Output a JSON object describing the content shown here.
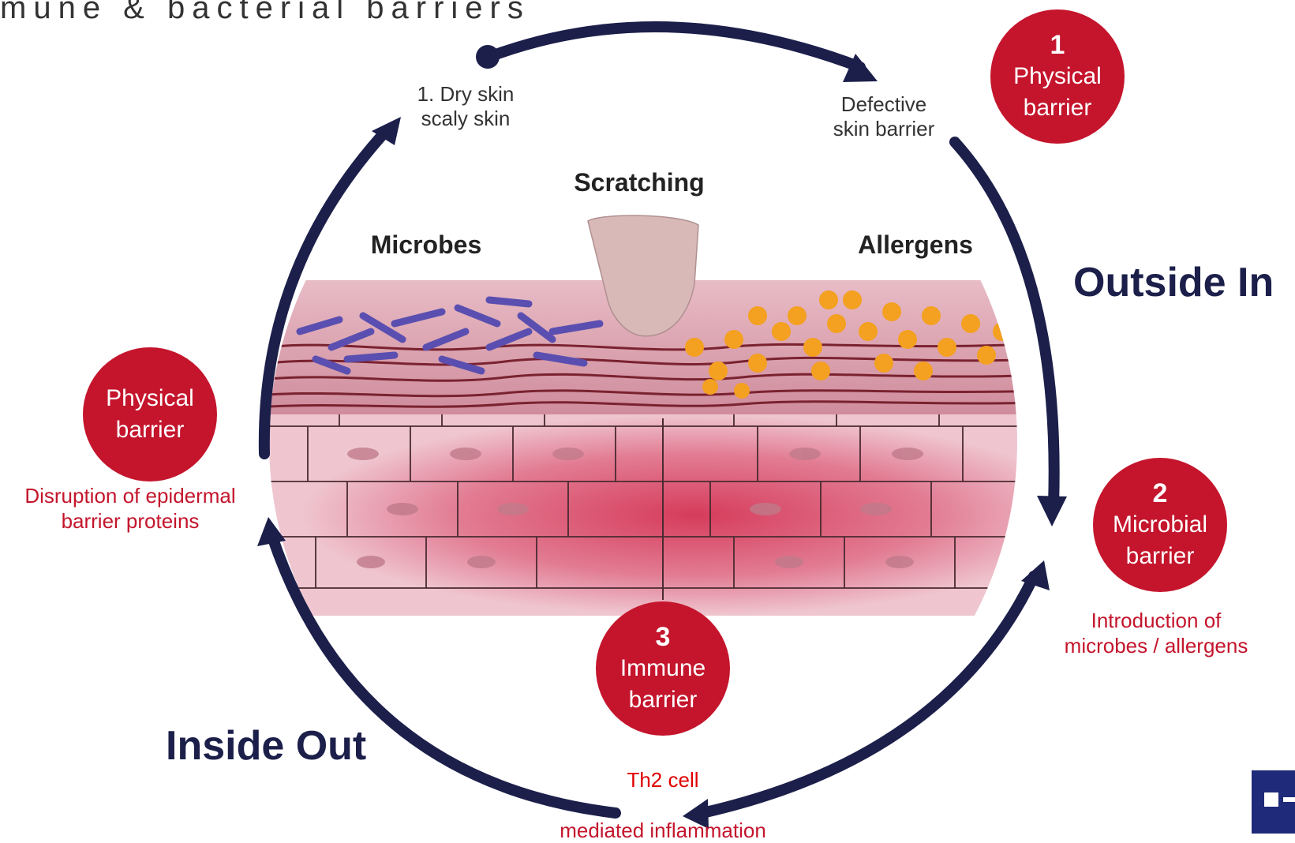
{
  "title_fragment": "mune  & bacterial barriers",
  "cycle": {
    "dry_skin": "1. Dry skin\nscaly skin",
    "defective": "Defective\nskin barrier"
  },
  "illustration": {
    "scratching": "Scratching",
    "microbes": "Microbes",
    "allergens": "Allergens"
  },
  "directions": {
    "outside_in": "Outside In",
    "inside_out": "Inside Out"
  },
  "badges": {
    "physical_top": {
      "number": "1",
      "label": "Physical\nbarrier"
    },
    "physical_left": {
      "label": "Physical\nbarrier"
    },
    "microbial": {
      "number": "2",
      "label": "Microbial\nbarrier"
    },
    "immune": {
      "number": "3",
      "label": "Immune\nbarrier"
    }
  },
  "descriptions": {
    "epidermal": "Disruption of epidermal\nbarrier proteins",
    "introduction": "Introduction of\nmicrobes / allergens",
    "th2_title": "Th2 cell",
    "th2_text": "mediated inflammation"
  },
  "colors": {
    "navy": "#1c1f4a",
    "badge_red": "#c4152c",
    "allergen_orange": "#f4a020",
    "microbe_purple": "#5a4fb0"
  }
}
